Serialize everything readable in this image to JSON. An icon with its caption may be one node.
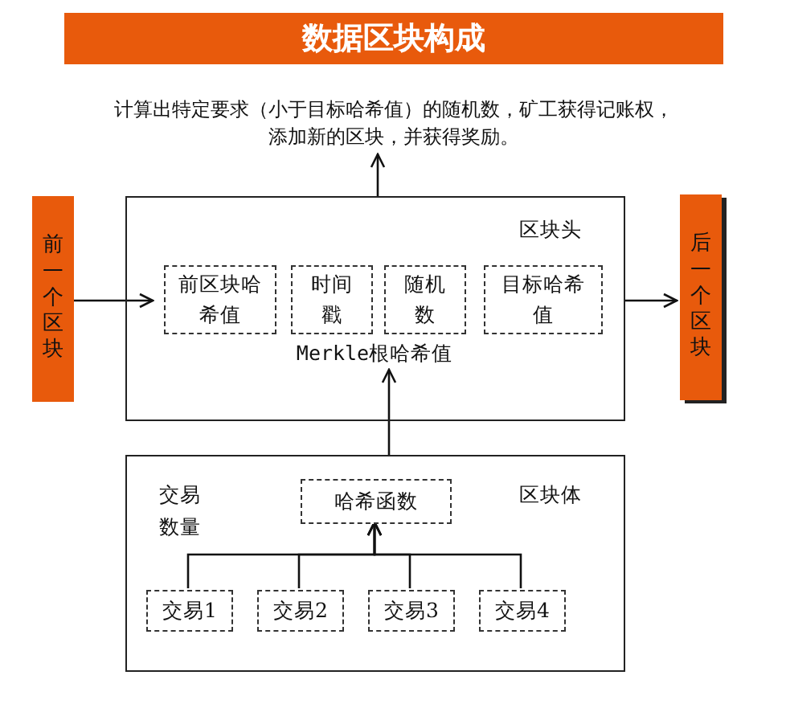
{
  "diagram": {
    "title": "数据区块构成",
    "nodes": [
      {
        "text": [
          "计算出特定要求（小于目标哈希值）的随机数，矿工获得记账权，添加新的区块，并获得奖励。"
        ]
      },
      {
        "text": [
          "前一个区块"
        ]
      },
      {
        "text": [
          "区块头"
        ]
      },
      {
        "text": [
          "前区块哈希值"
        ],
        "in": 2
      },
      {
        "text": [
          "时间戳"
        ],
        "in": 2
      },
      {
        "text": [
          "随机数"
        ],
        "in": 2
      },
      {
        "text": [
          "目标哈希值"
        ],
        "in": 2
      },
      {
        "text": [
          "Merkle根哈希值"
        ],
        "in": 2
      },
      {
        "text": [
          "后一个区块"
        ]
      },
      {
        "text": [
          "交易数量",
          "区块体"
        ]
      },
      {
        "text": [
          "哈希函数"
        ],
        "in": 9
      },
      {
        "text": [
          "交易1"
        ],
        "in": 9
      },
      {
        "text": [
          "交易2"
        ],
        "in": 9
      },
      {
        "text": [
          "交易3"
        ],
        "in": 9
      },
      {
        "text": [
          "交易4"
        ],
        "in": 9
      }
    ],
    "edges": [
      {
        "from": 2,
        "to": 0,
        "arrow": "to"
      },
      {
        "from": 1,
        "to": 3,
        "arrow": "to"
      },
      {
        "from": 2,
        "to": 8,
        "arrow": "to"
      },
      {
        "from": 9,
        "to": 7,
        "arrow": "to"
      },
      {
        "from": 11,
        "to": 10,
        "arrow": "to"
      },
      {
        "from": 12,
        "to": 10,
        "arrow": "to"
      },
      {
        "from": 13,
        "to": 10,
        "arrow": "to"
      },
      {
        "from": 14,
        "to": 10,
        "arrow": "to"
      }
    ]
  }
}
